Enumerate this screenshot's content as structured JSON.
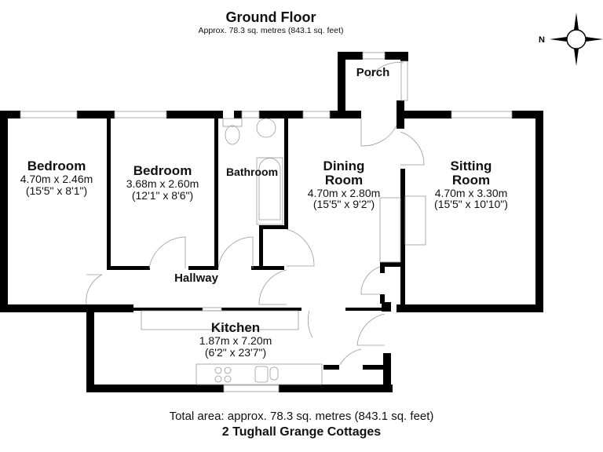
{
  "header": {
    "title": "Ground Floor",
    "subtitle": "Approx. 78.3 sq. metres (843.1 sq. feet)"
  },
  "compass": {
    "label": "N",
    "icon": "compass-rose-icon"
  },
  "rooms": [
    {
      "id": "bedroom-1",
      "name": "Bedroom",
      "metric": "4.70m x 2.46m",
      "imperial": "(15'5\" x 8'1\")"
    },
    {
      "id": "bedroom-2",
      "name": "Bedroom",
      "metric": "3.68m x 2.60m",
      "imperial": "(12'1\" x 8'6\")"
    },
    {
      "id": "bathroom",
      "name": "Bathroom"
    },
    {
      "id": "dining-room",
      "name_line1": "Dining",
      "name_line2": "Room",
      "metric": "4.70m x 2.80m",
      "imperial": "(15'5\" x 9'2\")"
    },
    {
      "id": "sitting-room",
      "name_line1": "Sitting",
      "name_line2": "Room",
      "metric": "4.70m x 3.30m",
      "imperial": "(15'5\" x 10'10\")"
    },
    {
      "id": "porch",
      "name": "Porch"
    },
    {
      "id": "hallway",
      "name": "Hallway"
    },
    {
      "id": "kitchen",
      "name": "Kitchen",
      "metric": "1.87m x 7.20m",
      "imperial": "(6'2\" x 23'7\")"
    }
  ],
  "footer": {
    "total_area": "Total area: approx. 78.3 sq. metres (843.1 sq. feet)",
    "property_name": "2 Tughall Grange Cottages"
  },
  "colors": {
    "wall": "#000000",
    "fixture": "#9a9a9a",
    "background": "#ffffff"
  }
}
